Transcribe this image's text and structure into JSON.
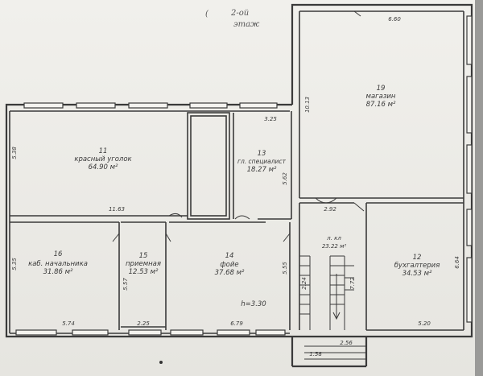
{
  "corner_note": {
    "line1": "2-ой",
    "line2": "этаж"
  },
  "rooms": [
    {
      "id": "r11",
      "number": "11",
      "name": "красный уголок",
      "area": "64.90 м²"
    },
    {
      "id": "r13",
      "number": "13",
      "name": "гл. специалист",
      "area": "18.27 м²"
    },
    {
      "id": "r16",
      "number": "16",
      "name": "каб. начальника",
      "area": "31.86 м²"
    },
    {
      "id": "r15",
      "number": "15",
      "name": "приемная",
      "area": "12.53 м²"
    },
    {
      "id": "r14",
      "number": "14",
      "name": "фойе",
      "area": "37.68 м²"
    },
    {
      "id": "r19",
      "number": "19",
      "name": "магазин",
      "area": "87.16 м²"
    },
    {
      "id": "r12",
      "number": "12",
      "name": "бухгалтерия",
      "area": "34.53 м²"
    },
    {
      "id": "rkl",
      "number": "л. кл",
      "name": "",
      "area": "23.22 м²"
    }
  ],
  "height_note": "h=3.30",
  "dims": {
    "d_5_38": "5.38",
    "d_11_63": "11.63",
    "d_3_25": "3.25",
    "d_5_62": "5.62",
    "d_5_35": "5.35",
    "d_5_74": "5.74",
    "d_5_57": "5.57",
    "d_2_25": "2.25",
    "d_6_79": "6.79",
    "d_5_55": "5.55",
    "d_10_13": "10.13",
    "d_6_60": "6.60",
    "d_2_92": "2.92",
    "d_6_64": "6.64",
    "d_5_20": "5.20",
    "d_1_58": "1.58",
    "d_2_56": "2.56",
    "d_7_72": "7.72",
    "d_2_24": "2.24"
  }
}
